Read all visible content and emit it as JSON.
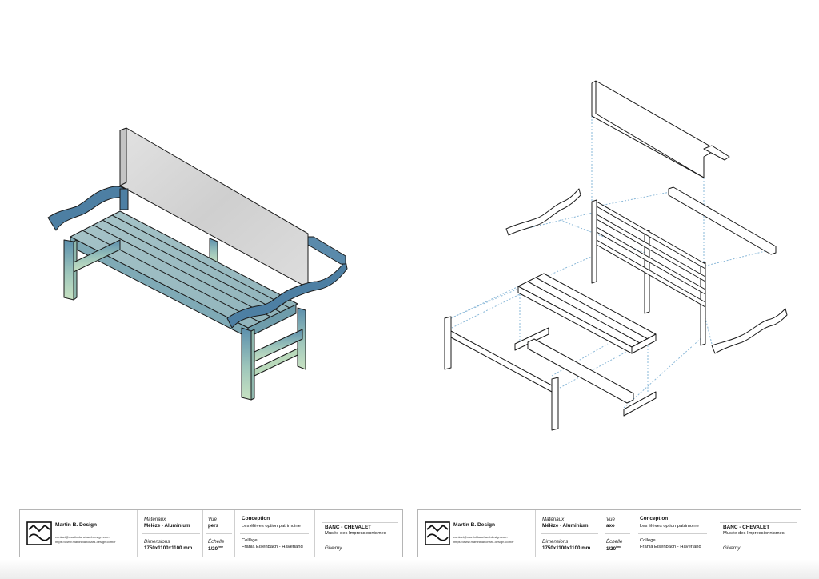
{
  "sheets": [
    {
      "brand": "Martin B. Design",
      "email": "contact@martinblanchard-design.com",
      "website": "https://www.martinblanchard-design.com/fr",
      "materials_label": "Matériaux",
      "materials_value": "Mélèze - Aluminium",
      "view_label": "Vue",
      "view_value": "pers",
      "dimensions_label": "Dimensions",
      "dimensions_value": "1750x1100x1100 mm",
      "scale_label": "Échelle",
      "scale_value": "1/20",
      "scale_suffix": "ème",
      "design_title": "Conception",
      "design_text": "Les élèves option patrimoine",
      "school_title": "Collège",
      "school_text": "Frania Eisenbach - Haverland",
      "project_title": "BANC - CHEVALET",
      "project_subtitle": "Musée des Impressionnismes",
      "location": "Giverny"
    },
    {
      "brand": "Martin B. Design",
      "email": "contact@martinblanchard-design.com",
      "website": "https://www.martinblanchard-design.com/fr",
      "materials_label": "Matériaux",
      "materials_value": "Mélèze - Aluminium",
      "view_label": "Vue",
      "view_value": "axo",
      "dimensions_label": "Dimensions",
      "dimensions_value": "1750x1100x1100 mm",
      "scale_label": "Échelle",
      "scale_value": "1/20",
      "scale_suffix": "ème",
      "design_title": "Conception",
      "design_text": "Les élèves option patrimoine",
      "school_title": "Collège",
      "school_text": "Frania Eisenbach - Haverland",
      "project_title": "BANC - CHEVALET",
      "project_subtitle": "Musée des Impressionnismes",
      "location": "Giverny"
    }
  ],
  "colors": {
    "bench_blue": "#4d7fa3",
    "bench_green": "#b4d3b2",
    "seat_top": "#9fbec4",
    "backrest": "#d5d5d5",
    "line": "#1a1a1a",
    "guide": "#8ab8d8"
  }
}
